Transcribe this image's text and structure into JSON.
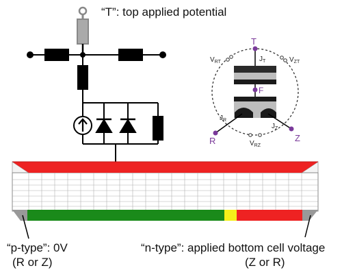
{
  "labels": {
    "top_potential": "“T”: top applied potential",
    "p_type": "“p-type”: 0V",
    "p_type_options": "(R or Z)",
    "n_type": "“n-type”: applied bottom cell voltage",
    "n_type_options": "(Z or R)"
  },
  "inset": {
    "node_T": "T",
    "node_F": "F",
    "node_R": "R",
    "node_Z": "Z",
    "V_RT": {
      "main": "V",
      "sub": "RT"
    },
    "V_ZT": {
      "main": "V",
      "sub": "ZT"
    },
    "V_RZ": {
      "main": "V",
      "sub": "RZ"
    },
    "J_T": {
      "main": "J",
      "sub": "T"
    },
    "J_R": {
      "main": "J",
      "sub": "R"
    },
    "J_Z": {
      "main": "J",
      "sub": "Z"
    }
  },
  "colors": {
    "top_layer": "#ee2222",
    "p_region": "#1a8a1a",
    "junction": "#f5f01a",
    "n_region": "#ee2222",
    "contact": "#999999",
    "resistor_top": "#aaaaaa",
    "circuit": "#000000",
    "node_accent": "#7a3a9a"
  }
}
